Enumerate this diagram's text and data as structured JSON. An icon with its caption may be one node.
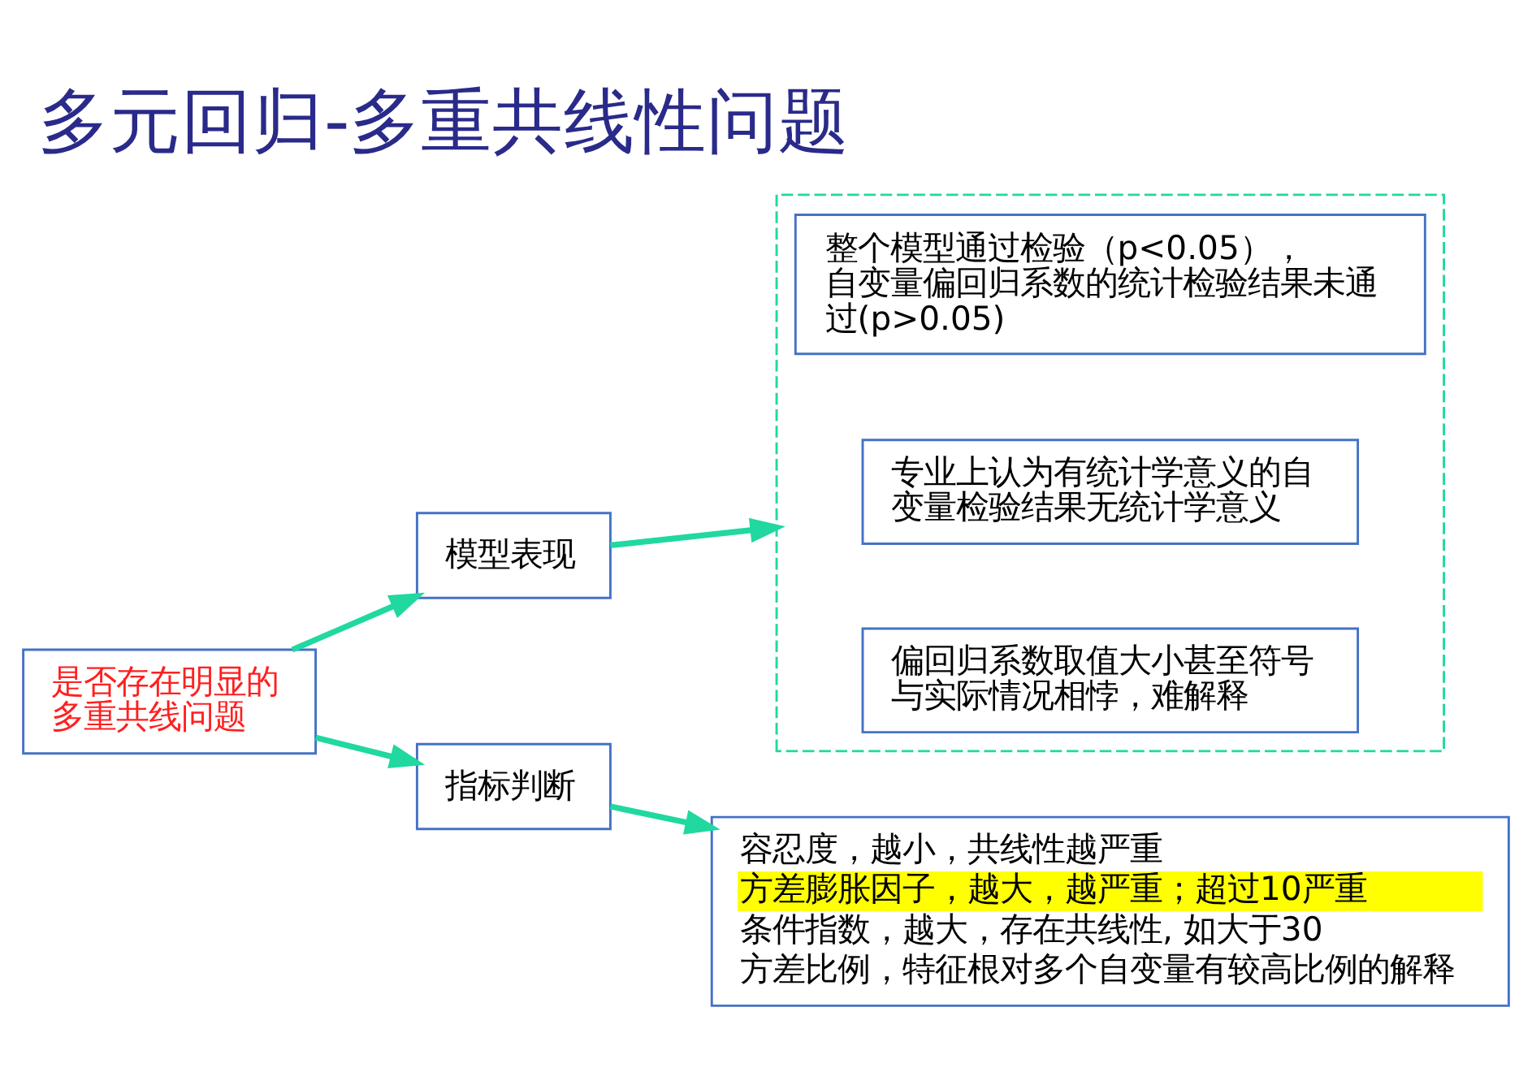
{
  "diagram": {
    "title": "多元回归-多重共线性问题",
    "nodes": [
      {
        "text": [
          "是否存在明显的多重共线问题"
        ]
      },
      {
        "text": [
          "模型表现"
        ]
      },
      {
        "text": [],
        "shape": "box"
      },
      {
        "text": [
          "整个模型通过检验（p<0.05），自变量偏回归系数的统计检验结果未通过(p>0.05)"
        ],
        "in": 2
      },
      {
        "text": [
          "专业上认为有统计学意义的自变量检验结果无统计学意义"
        ],
        "in": 2
      },
      {
        "text": [
          "偏回归系数取值大小甚至符号与实际情况相悖，难解释"
        ],
        "in": 2
      },
      {
        "text": [
          "指标判断"
        ]
      },
      {
        "text": [
          "容忍度，越小，共线性越严重",
          "方差膨胀因子，越大，越严重；超过10严重",
          "条件指数，越大，存在共线性, 如大于30",
          "方差比例，特征根对多个自变量有较高比例的解释"
        ]
      }
    ],
    "edges": [
      {
        "from": 0,
        "to": 1,
        "arrow": "to"
      },
      {
        "from": 0,
        "to": 6,
        "arrow": "to"
      },
      {
        "from": 1,
        "to": 2,
        "arrow": "to"
      },
      {
        "from": 6,
        "to": 7,
        "arrow": "to"
      }
    ]
  }
}
